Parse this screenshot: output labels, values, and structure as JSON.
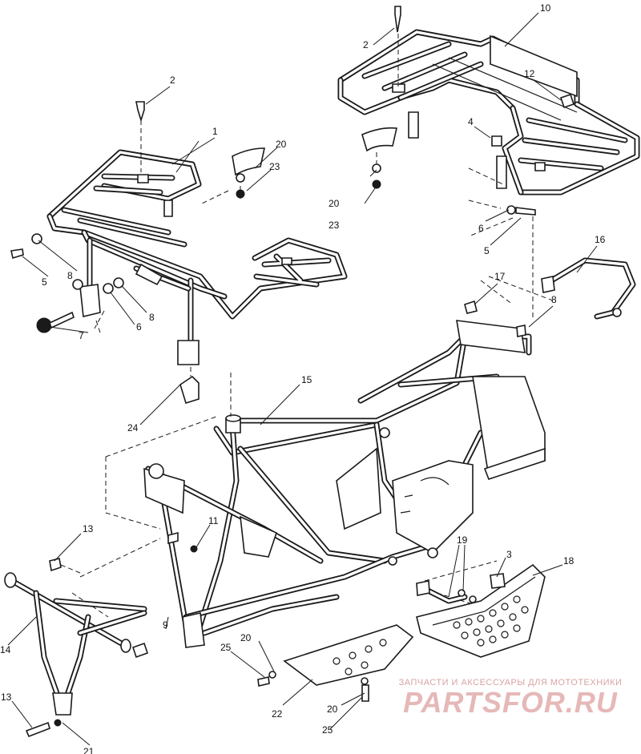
{
  "callouts": [
    {
      "id": "c2a",
      "text": "2"
    },
    {
      "id": "c10",
      "text": "10"
    },
    {
      "id": "c12",
      "text": "12"
    },
    {
      "id": "c4",
      "text": "4"
    },
    {
      "id": "c20a",
      "text": "20"
    },
    {
      "id": "c23a",
      "text": "23"
    },
    {
      "id": "c6a",
      "text": "6"
    },
    {
      "id": "c5a",
      "text": "5"
    },
    {
      "id": "c16",
      "text": "16"
    },
    {
      "id": "c17",
      "text": "17"
    },
    {
      "id": "c8a",
      "text": "8"
    },
    {
      "id": "c2b",
      "text": "2"
    },
    {
      "id": "c1",
      "text": "1"
    },
    {
      "id": "c20b",
      "text": "20"
    },
    {
      "id": "c23b",
      "text": "23"
    },
    {
      "id": "c5b",
      "text": "5"
    },
    {
      "id": "c8b",
      "text": "8"
    },
    {
      "id": "c6b",
      "text": "6"
    },
    {
      "id": "c8c",
      "text": "8"
    },
    {
      "id": "c7",
      "text": "7"
    },
    {
      "id": "c24",
      "text": "24"
    },
    {
      "id": "c15",
      "text": "15"
    },
    {
      "id": "c13a",
      "text": "13"
    },
    {
      "id": "c11",
      "text": "11"
    },
    {
      "id": "c19",
      "text": "19"
    },
    {
      "id": "c3",
      "text": "3"
    },
    {
      "id": "c18",
      "text": "18"
    },
    {
      "id": "c14",
      "text": "14"
    },
    {
      "id": "c9",
      "text": "9"
    },
    {
      "id": "c25a",
      "text": "25"
    },
    {
      "id": "c20c",
      "text": "20"
    },
    {
      "id": "c22",
      "text": "22"
    },
    {
      "id": "c13b",
      "text": "13"
    },
    {
      "id": "c21",
      "text": "21"
    },
    {
      "id": "c20d",
      "text": "20"
    },
    {
      "id": "c25b",
      "text": "25"
    }
  ],
  "watermark": {
    "tagline": "ЗАПЧАСТИ И АКСЕССУАРЫ ДЛЯ МОТОТЕХНИКИ",
    "logo": "PARTSFOR.RU"
  }
}
